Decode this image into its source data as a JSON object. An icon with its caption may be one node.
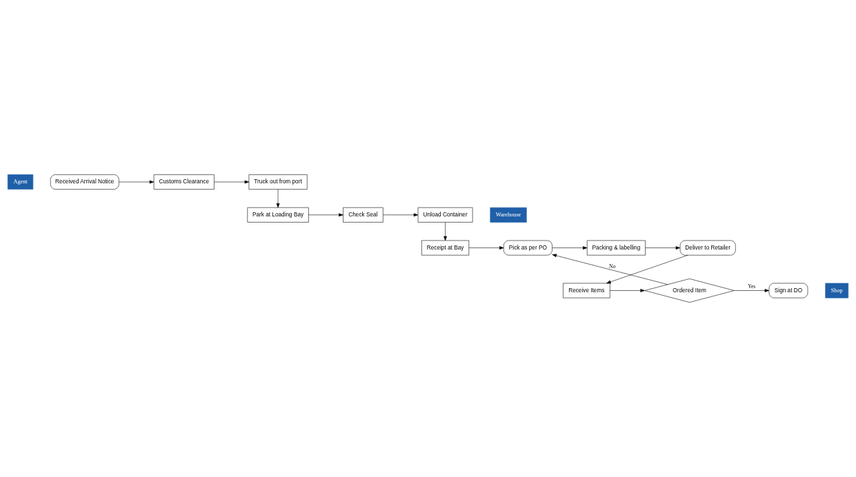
{
  "diagram": {
    "nodes": [
      {
        "text": [
          "Agent"
        ]
      },
      {
        "text": [
          "Received Arrival Notice"
        ]
      },
      {
        "text": [
          "Customs Clearance"
        ]
      },
      {
        "text": [
          "Truck out from port"
        ]
      },
      {
        "text": [
          "Warehouse"
        ]
      },
      {
        "text": [
          "Unload Container"
        ]
      },
      {
        "text": [
          "Check Seal"
        ]
      },
      {
        "text": [
          "Park at Loading Bay"
        ]
      },
      {
        "text": [
          "Receipt at Bay"
        ]
      },
      {
        "text": [
          "Pick as per PO"
        ]
      },
      {
        "text": [
          "Packing & labelling"
        ]
      },
      {
        "text": [
          "Deliver to Retailer"
        ]
      },
      {
        "text": [
          "Shop"
        ]
      },
      {
        "text": [
          "Sign at DO"
        ]
      },
      {
        "text": [
          "Ordered Item"
        ]
      },
      {
        "text": [
          "Receive Items"
        ]
      }
    ],
    "edges": [
      {
        "from": 1,
        "to": 2,
        "arrow": "to"
      },
      {
        "from": 2,
        "to": 3,
        "arrow": "to"
      },
      {
        "from": 3,
        "to": 7,
        "arrow": "to"
      },
      {
        "from": 7,
        "to": 6,
        "arrow": "to"
      },
      {
        "from": 6,
        "to": 5,
        "arrow": "to"
      },
      {
        "from": 5,
        "to": 8,
        "arrow": "to"
      },
      {
        "from": 8,
        "to": 9,
        "arrow": "to"
      },
      {
        "from": 9,
        "to": 10,
        "arrow": "to"
      },
      {
        "from": 10,
        "to": 11,
        "arrow": "to"
      },
      {
        "from": 11,
        "to": 15,
        "arrow": "to"
      },
      {
        "from": 15,
        "to": 14,
        "arrow": "to"
      },
      {
        "from": 14,
        "to": 13,
        "label": "Yes",
        "arrow": "to"
      },
      {
        "from": 14,
        "to": 9,
        "label": "No",
        "arrow": "to"
      }
    ]
  }
}
